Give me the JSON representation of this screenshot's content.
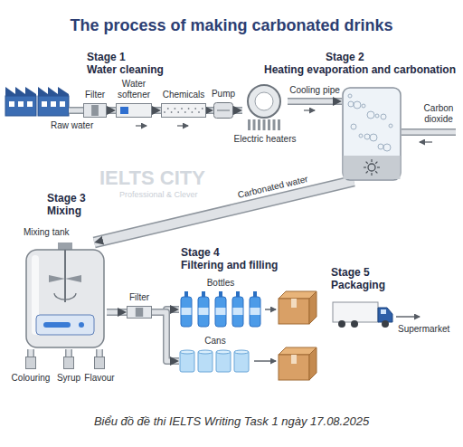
{
  "diagram": {
    "title": "The process of making carbonated drinks",
    "caption": "Biểu đồ đề thi IELTS Writing Task 1 ngày 17.08.2025",
    "nodes": [
      {
        "text": [
          "Filter"
        ]
      },
      {
        "text": [
          "Water softener"
        ]
      },
      {
        "text": [
          "Chemicals"
        ]
      },
      {
        "text": [
          "Pump"
        ]
      },
      {
        "text": [
          "Electric heaters"
        ]
      },
      {
        "text": [
          "Carbon dioxide"
        ]
      },
      {
        "text": [
          "Mixing tank"
        ]
      },
      {
        "text": [
          "Colouring"
        ]
      },
      {
        "text": [
          "Syrup"
        ]
      },
      {
        "text": [
          "Flavour"
        ]
      },
      {
        "text": [
          "Filter"
        ]
      },
      {
        "text": [
          "Bottles"
        ]
      },
      {
        "text": [
          "Cans"
        ]
      }
    ],
    "edges": [
      {
        "from": 0,
        "to": 1,
        "arrow": "to"
      },
      {
        "from": 1,
        "to": 2,
        "arrow": "to"
      },
      {
        "from": 2,
        "to": 3,
        "arrow": "to"
      },
      {
        "from": 3,
        "to": 4,
        "arrow": "to"
      },
      {
        "from": 4,
        "to": 5,
        "label": "Cooling pipe",
        "arrow": "to"
      },
      {
        "from": 5,
        "to": 6,
        "label": "Carbonated water",
        "arrow": "to"
      },
      {
        "from": 7,
        "to": 6,
        "arrow": "none"
      },
      {
        "from": 8,
        "to": 6,
        "arrow": "none"
      },
      {
        "from": 9,
        "to": 6,
        "arrow": "none"
      },
      {
        "from": 6,
        "to": 10,
        "arrow": "to"
      },
      {
        "from": 10,
        "to": 11,
        "arrow": "to"
      },
      {
        "from": 10,
        "to": 12,
        "arrow": "to"
      }
    ],
    "labels": [
      "Stage 1",
      "Water cleaning",
      "Raw water",
      "Stage 2",
      "Heating evaporation and carbonation",
      "Stage 3",
      "Mixing",
      "Stage 4",
      "Filtering and filling",
      "Stage 5",
      "Packaging",
      "Supermarket",
      "IELTS CITY",
      "Professional & Clever"
    ]
  }
}
